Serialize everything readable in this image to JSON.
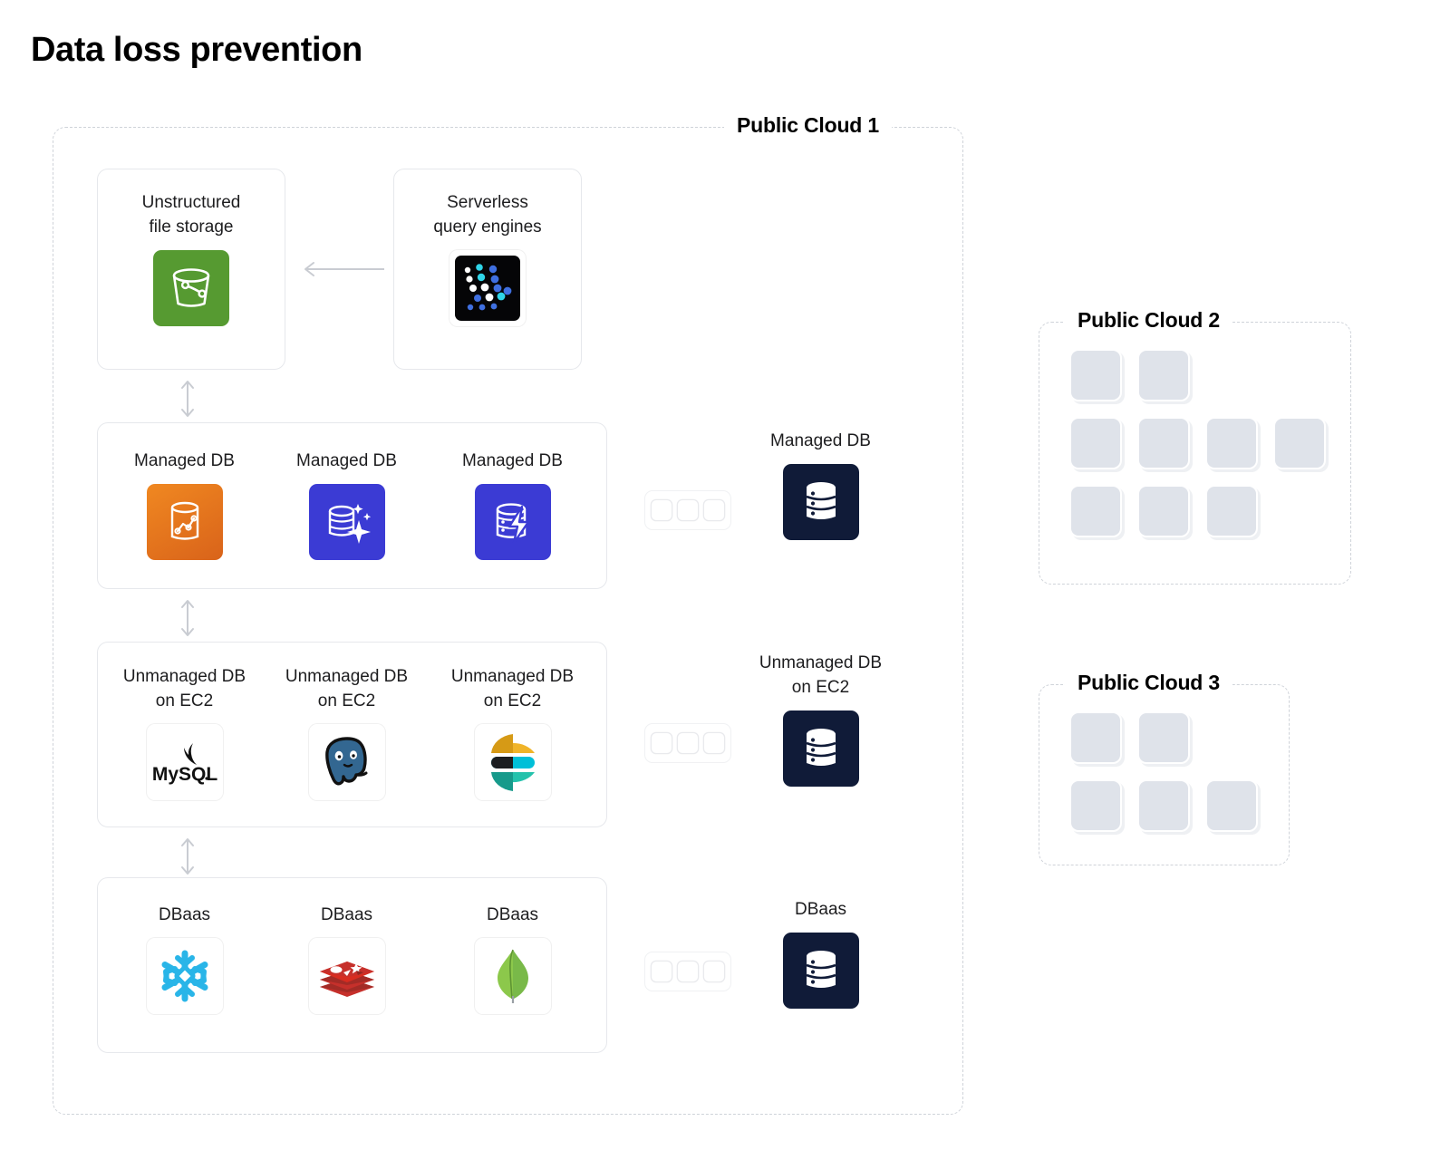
{
  "page": {
    "title": "Data loss prevention"
  },
  "regions": {
    "cloud1": {
      "label": "Public Cloud 1"
    },
    "cloud2": {
      "label": "Public Cloud 2",
      "rows": [
        2,
        4,
        3
      ]
    },
    "cloud3": {
      "label": "Public Cloud 3",
      "rows": [
        2,
        3
      ]
    }
  },
  "top_row": {
    "unstructured": {
      "label": "Unstructured\nfile storage",
      "icon": "s3-bucket-icon",
      "color": "#569A31"
    },
    "serverless": {
      "label": "Serverless\nquery engines",
      "icon": "athena-dots-icon",
      "color": "#050507"
    },
    "arrow": {
      "icon": "arrow-left-icon",
      "direction": "left"
    }
  },
  "groups": [
    {
      "name": "managed-db-group",
      "nodes": [
        {
          "label": "Managed DB",
          "icon": "redshift-cylinder-icon",
          "color": "#E8792A"
        },
        {
          "label": "Managed DB",
          "icon": "database-sparkle-icon",
          "color": "#3B3BD4"
        },
        {
          "label": "Managed DB",
          "icon": "database-bolt-icon",
          "color": "#3B3BD4"
        }
      ],
      "summary": {
        "label": "Managed DB",
        "icon": "database-stack-icon",
        "color": "#101B38"
      },
      "mini_squares": 3
    },
    {
      "name": "unmanaged-db-group",
      "nodes": [
        {
          "label": "Unmanaged DB\non EC2",
          "icon": "mysql-icon",
          "color": "#FFFFFF"
        },
        {
          "label": "Unmanaged DB\non EC2",
          "icon": "postgresql-icon",
          "color": "#FFFFFF"
        },
        {
          "label": "Unmanaged DB\non EC2",
          "icon": "elasticsearch-icon",
          "color": "#FFFFFF"
        }
      ],
      "summary": {
        "label": "Unmanaged DB\non EC2",
        "icon": "database-stack-icon",
        "color": "#101B38"
      },
      "mini_squares": 3
    },
    {
      "name": "dbaas-group",
      "nodes": [
        {
          "label": "DBaas",
          "icon": "snowflake-icon",
          "color": "#FFFFFF"
        },
        {
          "label": "DBaas",
          "icon": "redis-icon",
          "color": "#FFFFFF"
        },
        {
          "label": "DBaas",
          "icon": "mongodb-icon",
          "color": "#FFFFFF"
        }
      ],
      "summary": {
        "label": "DBaas",
        "icon": "database-stack-icon",
        "color": "#101B38"
      },
      "mini_squares": 3
    }
  ],
  "connectors": [
    {
      "name": "storage-to-managed",
      "icon": "arrow-up-down-icon"
    },
    {
      "name": "managed-to-unmanaged",
      "icon": "arrow-up-down-icon"
    },
    {
      "name": "unmanaged-to-dbaas",
      "icon": "arrow-up-down-icon"
    }
  ],
  "colors": {
    "dashed_border": "#cfd3d9",
    "card_border": "#e6e8ec",
    "arrow": "#c9ccd2",
    "grey_tile": "#dfe3ea",
    "dark_navy": "#101B38"
  }
}
